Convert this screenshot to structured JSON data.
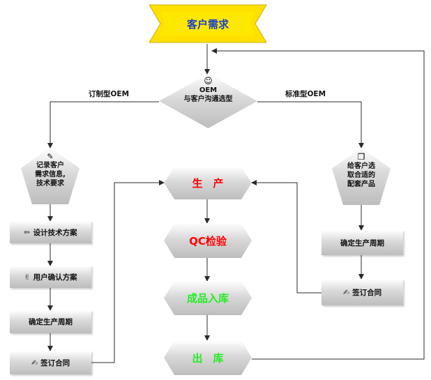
{
  "banner": {
    "label": "客户需求"
  },
  "oem_decision": {
    "icon": "smiley-icon",
    "line1": "OEM",
    "line2": "与客户沟通选型"
  },
  "branch_labels": {
    "custom": "订制型OEM",
    "standard": "标准型OEM"
  },
  "custom_path": {
    "record": {
      "icon": "pencil-icon",
      "lines": [
        "记录客户",
        "需求信息,",
        "技术要求"
      ]
    },
    "design": {
      "icon": "pencil-icon",
      "label": "设计技术方案"
    },
    "confirm": {
      "icon": "hand-icon",
      "label": "用户确认方案"
    },
    "cycle": {
      "label": "确定生产周期"
    },
    "contract": {
      "icon": "pen-icon",
      "label": "签订合同"
    }
  },
  "standard_path": {
    "select": {
      "icon": "box-icon",
      "lines": [
        "给客户选",
        "取合适的",
        "配套产品"
      ]
    },
    "cycle": {
      "label": "确定生产周期"
    },
    "contract": {
      "icon": "pen-icon",
      "label": "签订合同"
    }
  },
  "process": [
    {
      "label": "生　产",
      "color": "#ff0000"
    },
    {
      "label": "QC检验",
      "color": "#ff0000"
    },
    {
      "label": "成品入库",
      "color": "#22ee22"
    },
    {
      "label": "出　库",
      "color": "#22ee22"
    }
  ],
  "colors": {
    "line": "#2a2a2a",
    "banner_fill": "#ffe000",
    "banner_text": "#1b3fd0"
  }
}
